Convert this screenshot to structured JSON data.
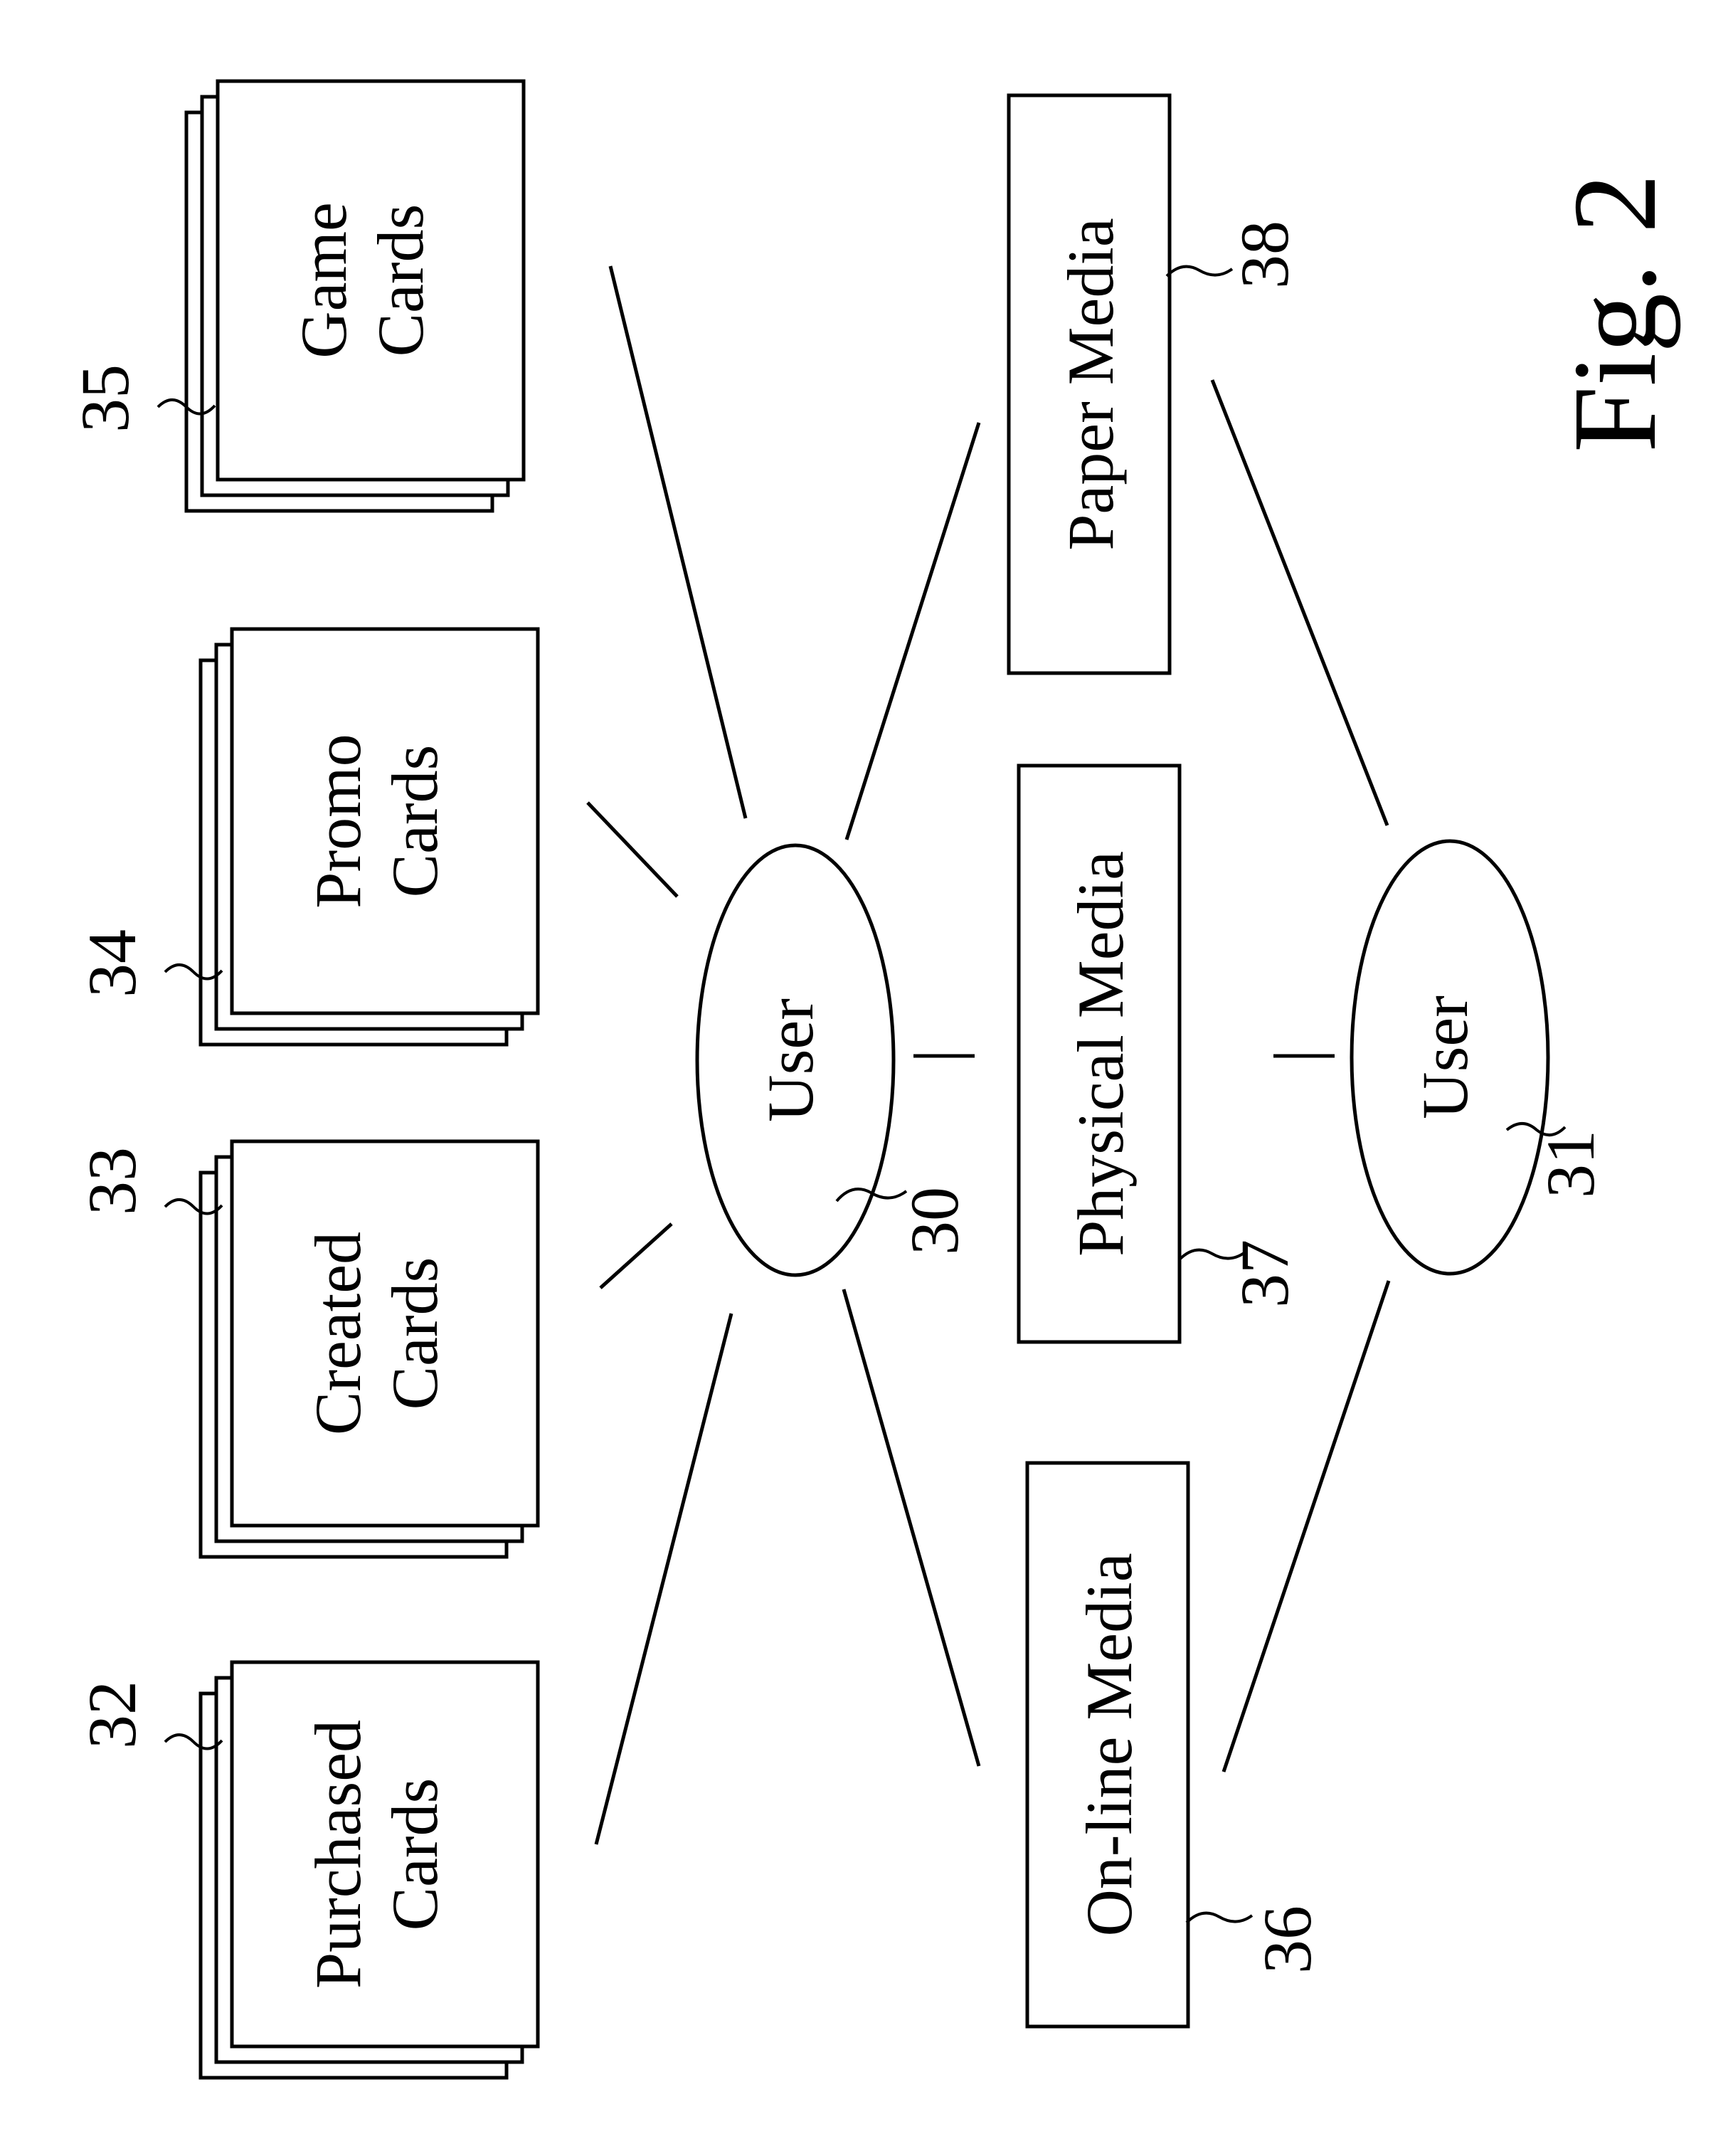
{
  "figure": {
    "caption": "Fig. 2"
  },
  "cards": [
    {
      "ref": "32",
      "line1": "Purchased",
      "line2": "Cards"
    },
    {
      "ref": "33",
      "line1": "Created",
      "line2": "Cards"
    },
    {
      "ref": "34",
      "line1": "Promo",
      "line2": "Cards"
    },
    {
      "ref": "35",
      "line1": "Game",
      "line2": "Cards"
    }
  ],
  "users": [
    {
      "ref": "30",
      "label": "User"
    },
    {
      "ref": "31",
      "label": "User"
    }
  ],
  "media": [
    {
      "ref": "36",
      "label": "On-line Media"
    },
    {
      "ref": "37",
      "label": "Physical Media"
    },
    {
      "ref": "38",
      "label": "Paper Media"
    }
  ]
}
